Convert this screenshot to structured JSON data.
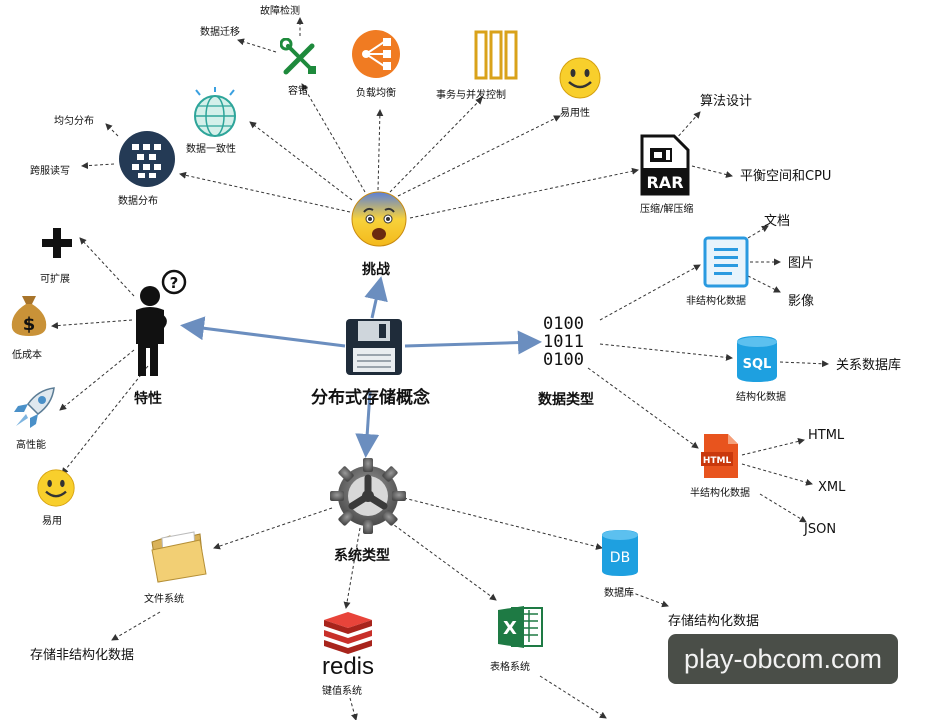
{
  "center": {
    "label": "分布式存储概念"
  },
  "challenges": {
    "label": "挑战",
    "items": {
      "fault_detection": "故障检测",
      "data_migration": "数据迁移",
      "fault_tolerance": "容错",
      "load_balancing": "负载均衡",
      "transaction_concurrency": "事务与并发控制",
      "usability": "易用性",
      "data_consistency": "数据一致性",
      "even_distribution": "均匀分布",
      "cross_server_rw": "跨服读写",
      "data_distribution": "数据分布",
      "compression": "压缩/解压缩",
      "algorithm_design": "算法设计",
      "balance_space_cpu": "平衡空间和CPU"
    },
    "rar_text": "RAR"
  },
  "features": {
    "label": "特性",
    "items": {
      "scalable": "可扩展",
      "low_cost": "低成本",
      "high_performance": "高性能",
      "easy_to_use": "易用"
    }
  },
  "data_types": {
    "label": "数据类型",
    "binary": "0100\n1011\n0100",
    "unstructured": {
      "label": "非结构化数据",
      "children": [
        "文档",
        "图片",
        "影像"
      ]
    },
    "structured": {
      "label": "结构化数据",
      "sql_text": "SQL",
      "children": [
        "关系数据库"
      ]
    },
    "semi_structured": {
      "label": "半结构化数据",
      "html_text": "HTML",
      "children": [
        "HTML",
        "XML",
        "JSON"
      ]
    }
  },
  "system_types": {
    "label": "系统类型",
    "file_system": {
      "label": "文件系统",
      "purpose": "存储非结构化数据"
    },
    "database": {
      "label": "数据库",
      "icon_text": "DB",
      "purpose": "存储结构化数据"
    },
    "kv_system": {
      "label": "键值系统",
      "logo_text": "redis"
    },
    "table_system": {
      "label": "表格系统",
      "icon_text": "X"
    }
  },
  "watermark": "play-obcom.com",
  "colors": {
    "main_arrow": "#6b8ebf",
    "dotted": "#333333",
    "db_blue": "#1ea0e0",
    "excel_green": "#1e7a44",
    "redis_red": "#d82c20"
  }
}
